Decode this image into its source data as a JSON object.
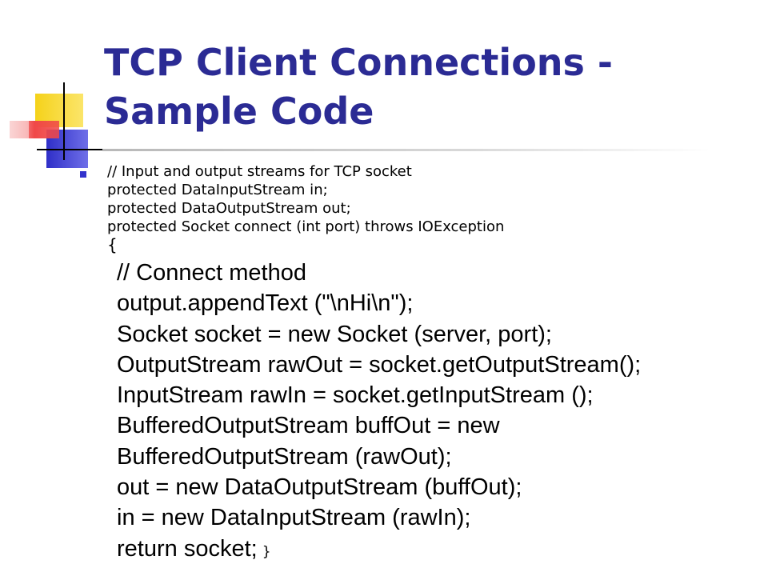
{
  "slide": {
    "title_lines": [
      "TCP Client Connections -",
      "Sample Code"
    ],
    "small_lines": [
      "// Input and output streams for TCP socket",
      "protected DataInputStream in;",
      "protected DataOutputStream out;",
      "protected Socket connect (int port) throws IOException",
      "{"
    ],
    "large_lines": [
      "// Connect method",
      "output.appendText (\"\\nHi\\n\");",
      "Socket socket = new Socket (server, port);",
      "OutputStream rawOut = socket.getOutputStream();",
      "InputStream rawIn = socket.getInputStream ();",
      "BufferedOutputStream buffOut = new",
      "BufferedOutputStream (rawOut);",
      "out = new DataOutputStream (buffOut);",
      "in = new DataInputStream (rawIn);",
      "return socket;"
    ],
    "closing_brace": "}"
  },
  "colors": {
    "title": "#2b2b94",
    "bullet": "#3333cc",
    "deco_yellow": "#f7cf0f",
    "deco_blue": "#3b3bd0",
    "deco_red": "#f05050"
  }
}
